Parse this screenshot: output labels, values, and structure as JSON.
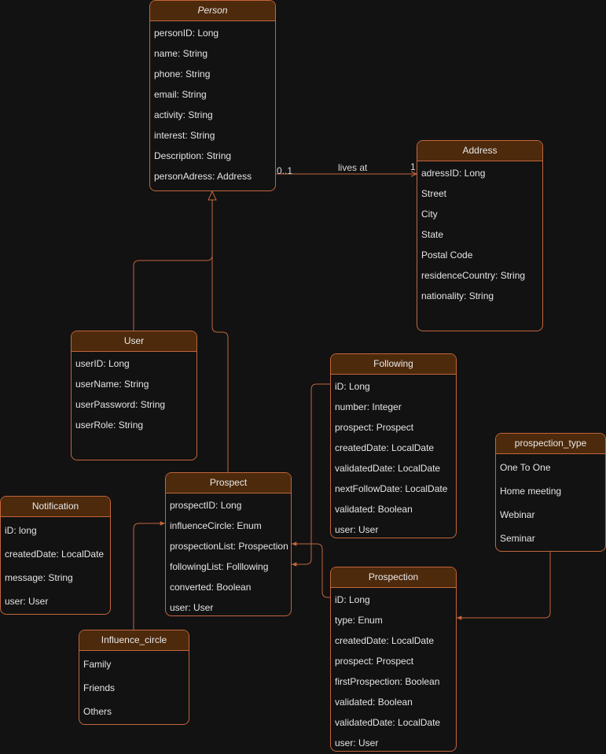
{
  "classes": {
    "person": {
      "name": "Person",
      "fields": [
        "personID: Long",
        "name: String",
        "phone: String",
        "email: String",
        "activity: String",
        "interest: String",
        "Description: String",
        "personAdress: Address"
      ]
    },
    "address": {
      "name": "Address",
      "fields": [
        "adressID: Long",
        "Street",
        "City",
        "State",
        "Postal Code",
        "residenceCountry: String",
        "nationality: String"
      ]
    },
    "user": {
      "name": "User",
      "fields": [
        "userID: Long",
        "userName: String",
        "userPassword: String",
        "userRole: String"
      ]
    },
    "following": {
      "name": "Following",
      "fields": [
        "iD: Long",
        "number: Integer",
        "prospect: Prospect",
        "createdDate: LocalDate",
        "validatedDate: LocalDate",
        "nextFollowDate: LocalDate",
        "validated: Boolean",
        "user: User"
      ]
    },
    "prospection_type": {
      "name": "prospection_type",
      "fields": [
        "One To One",
        "Home meeting",
        "Webinar",
        "Seminar"
      ]
    },
    "prospect": {
      "name": "Prospect",
      "fields": [
        "prospectID: Long",
        "influenceCircle: Enum",
        "prospectionList: Prospection",
        "followingList: Folllowing",
        "converted: Boolean",
        "user: User"
      ]
    },
    "notification": {
      "name": "Notification",
      "fields": [
        "iD: long",
        "createdDate: LocalDate",
        "message: String",
        "user: User"
      ]
    },
    "prospection": {
      "name": "Prospection",
      "fields": [
        "iD: Long",
        "type: Enum",
        "createdDate: LocalDate",
        "prospect: Prospect",
        "firstProspection: Boolean",
        "validated: Boolean",
        "validatedDate: LocalDate",
        "user: User"
      ]
    },
    "influence_circle": {
      "name": "Influence_circle",
      "fields": [
        "Family",
        "Friends",
        "Others"
      ]
    }
  },
  "relations": {
    "person_address": {
      "label": "lives at",
      "source_multiplicity": "0..1",
      "target_multiplicity": "1"
    }
  },
  "colors": {
    "background": "#121212",
    "header": "#4d2a0c",
    "border": "#c3663d",
    "text": "#e4e4e4"
  }
}
